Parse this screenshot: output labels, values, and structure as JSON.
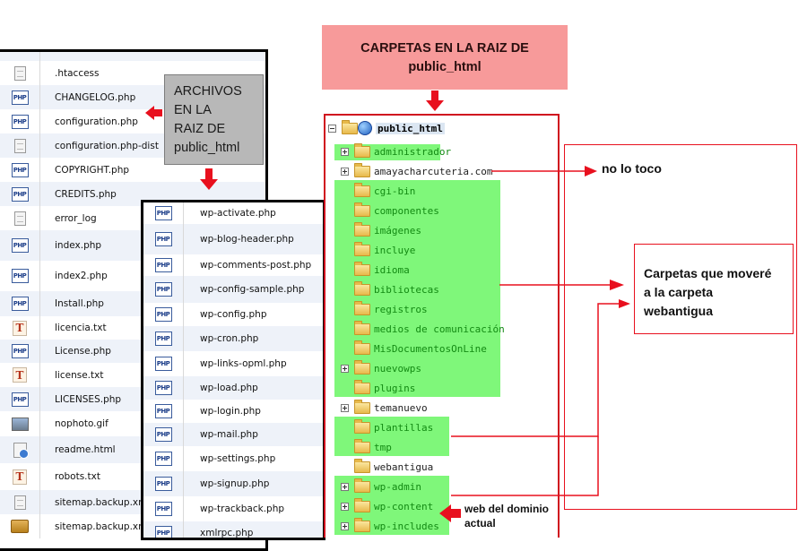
{
  "left_panel": {
    "files": [
      {
        "name": "",
        "icon": "blank-icon"
      },
      {
        "name": ".htaccess",
        "icon": "document-icon"
      },
      {
        "name": "CHANGELOG.php",
        "icon": "php-icon"
      },
      {
        "name": "configuration.php",
        "icon": "php-icon"
      },
      {
        "name": "configuration.php-dist",
        "icon": "document-icon"
      },
      {
        "name": "COPYRIGHT.php",
        "icon": "php-icon"
      },
      {
        "name": "CREDITS.php",
        "icon": "php-icon"
      },
      {
        "name": "error_log",
        "icon": "document-icon"
      },
      {
        "name": "index.php",
        "icon": "php-icon"
      },
      {
        "name": "index2.php",
        "icon": "php-icon"
      },
      {
        "name": "Install.php",
        "icon": "php-icon"
      },
      {
        "name": "licencia.txt",
        "icon": "text-icon"
      },
      {
        "name": "License.php",
        "icon": "php-icon"
      },
      {
        "name": "license.txt",
        "icon": "text-icon"
      },
      {
        "name": "LICENSES.php",
        "icon": "php-icon"
      },
      {
        "name": "nophoto.gif",
        "icon": "image-icon"
      },
      {
        "name": "readme.html",
        "icon": "html-icon"
      },
      {
        "name": "robots.txt",
        "icon": "text-icon"
      },
      {
        "name": "sitemap.backup.xml",
        "icon": "document-icon"
      },
      {
        "name": "sitemap.backup.xml",
        "icon": "archive-icon"
      }
    ]
  },
  "middle_panel": {
    "files": [
      {
        "name": "wp-activate.php",
        "icon": "php-icon"
      },
      {
        "name": "wp-blog-header.php",
        "icon": "php-icon"
      },
      {
        "name": "wp-comments-post.php",
        "icon": "php-icon"
      },
      {
        "name": "wp-config-sample.php",
        "icon": "php-icon"
      },
      {
        "name": "wp-config.php",
        "icon": "php-icon"
      },
      {
        "name": "wp-cron.php",
        "icon": "php-icon"
      },
      {
        "name": "wp-links-opml.php",
        "icon": "php-icon"
      },
      {
        "name": "wp-load.php",
        "icon": "php-icon"
      },
      {
        "name": "wp-login.php",
        "icon": "php-icon"
      },
      {
        "name": "wp-mail.php",
        "icon": "php-icon"
      },
      {
        "name": "wp-settings.php",
        "icon": "php-icon"
      },
      {
        "name": "wp-signup.php",
        "icon": "php-icon"
      },
      {
        "name": "wp-trackback.php",
        "icon": "php-icon"
      },
      {
        "name": "xmlrpc.php",
        "icon": "php-icon"
      }
    ]
  },
  "php_icon_text": "PHP",
  "text_icon_text": "T",
  "callout_archivos": {
    "line1": "ARCHIVOS",
    "line2": "EN LA",
    "line3": "RAIZ DE",
    "line4": "public_html"
  },
  "callout_carpetas": {
    "line1": "CARPETAS EN LA RAIZ DE",
    "line2": "public_html"
  },
  "tree": {
    "root": "public_html",
    "nodes": [
      {
        "label": "administrador",
        "expandable": true,
        "highlight": true
      },
      {
        "label": "amayacharcuteria.com",
        "expandable": true,
        "highlight": false
      },
      {
        "label": "cgi-bin",
        "expandable": false,
        "highlight": true
      },
      {
        "label": "componentes",
        "expandable": false,
        "highlight": true
      },
      {
        "label": "imágenes",
        "expandable": false,
        "highlight": true
      },
      {
        "label": "incluye",
        "expandable": false,
        "highlight": true
      },
      {
        "label": "idioma",
        "expandable": false,
        "highlight": true
      },
      {
        "label": "bibliotecas",
        "expandable": false,
        "highlight": true
      },
      {
        "label": "registros",
        "expandable": false,
        "highlight": true
      },
      {
        "label": "medios de comunicación",
        "expandable": false,
        "highlight": true
      },
      {
        "label": "MisDocumentosOnLine",
        "expandable": false,
        "highlight": true
      },
      {
        "label": "nuevowps",
        "expandable": true,
        "highlight": true
      },
      {
        "label": "plugins",
        "expandable": false,
        "highlight": true
      },
      {
        "label": "temanuevo",
        "expandable": true,
        "highlight": false
      },
      {
        "label": "plantillas",
        "expandable": false,
        "highlight": true
      },
      {
        "label": "tmp",
        "expandable": false,
        "highlight": true
      },
      {
        "label": "webantigua",
        "expandable": false,
        "highlight": false
      },
      {
        "label": "wp-admin",
        "expandable": true,
        "highlight": true
      },
      {
        "label": "wp-content",
        "expandable": true,
        "highlight": true
      },
      {
        "label": "wp-includes",
        "expandable": true,
        "highlight": true
      }
    ]
  },
  "annotations": {
    "no_lo_toco": "no lo toco",
    "carpetas_movere": {
      "line1": "Carpetas que moveré",
      "line2": "a la carpeta",
      "line3": "webantigua"
    },
    "web_dominio": {
      "line1": "web del dominio",
      "line2": "actual"
    }
  },
  "colors": {
    "accent_red": "#e8101e",
    "callout_pink": "#f79a9a",
    "callout_gray": "#b8b8b8",
    "highlight_green": "#7ff77a",
    "folder_text_green": "#138a13"
  }
}
